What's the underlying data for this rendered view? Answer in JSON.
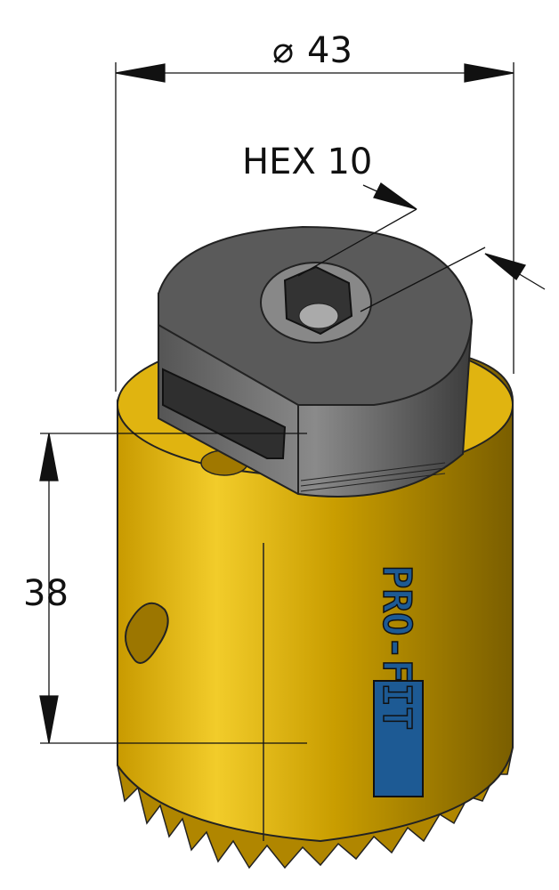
{
  "dimensions": {
    "diameter": {
      "symbol": "⌀",
      "value": "43"
    },
    "hex": "HEX 10",
    "height": "38"
  },
  "logo": {
    "text": "PRO-FIT"
  },
  "colors": {
    "body": "#d9a800",
    "body_dark": "#8a6a00",
    "cap": "#4a4a4a",
    "logo_blue": "#1d5a94"
  }
}
